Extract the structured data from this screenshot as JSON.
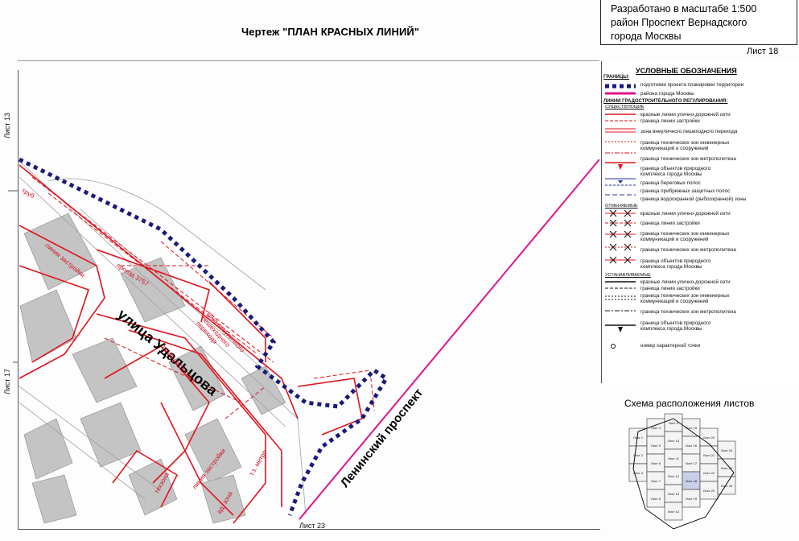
{
  "title": "Чертеж \"ПЛАН КРАСНЫХ ЛИНИЙ\"",
  "stamp": {
    "line1": "Разработано в масштабе 1:500",
    "line2": "район Проспект Вернадского",
    "line3": "города Москвы"
  },
  "sheet_number": "Лист 18",
  "adjacent_sheets": {
    "top": "Лист 13",
    "left": "Лист 17",
    "bottom": "Лист 23"
  },
  "streets": {
    "udaltsova": "улица Удальцова",
    "leninsky": "Ленинский проспект"
  },
  "map_labels": {
    "proezd": "проезд 3757",
    "zona_peshek": "зона внеуличного пешеходного перехода",
    "liniya_zastroyki": "линия застройки",
    "truby": "труб",
    "tekhzona": "техзона",
    "metro": "т.з. метро",
    "vd_zona": "вд. зона"
  },
  "legend": {
    "title": "УСЛОВНЫЕ ОБОЗНАЧЕНИЯ",
    "boundaries_head": "ГРАНИЦЫ:",
    "boundary_project": "подготовки проекта планировки территории",
    "boundary_district": "района города Москвы",
    "lines_head": "ЛИНИИ ГРАДОСТРОИТЕЛЬНОГО РЕГУЛИРОВАНИЯ:",
    "existing_head": "СУЩЕСТВУЮЩИЕ",
    "existing": [
      "красные линии улично-дорожной сети",
      "граница линии застройки",
      "зона внеуличного пешеходного перехода",
      "граница технических зон инженерных",
      "коммуникаций и сооружений",
      "граница технических зон метрополитена",
      "граница объектов природного",
      "комплекса города Москвы",
      "граница береговых полос",
      "граница прибрежных защитных полос",
      "граница водоохранной (рыбоохранной) зоны"
    ],
    "cancelled_head": "ОТМЕНЯЕМЫЕ",
    "cancelled": [
      "красные линии улично-дорожной сети",
      "граница линии застройки",
      "граница технических зон инженерных",
      "коммуникаций и сооружений",
      "граница технических зон метрополитена",
      "граница объектов природного",
      "комплекса города Москвы"
    ],
    "established_head": "УСТАНАВЛИВАЕМЫЕ",
    "established": [
      "красные линии улично-дорожной сети",
      "граница линии застройки",
      "граница технических зон инженерных",
      "коммуникаций и сооружений",
      "граница технических зон метрополитена",
      "граница объектов природного",
      "комплекса города Москвы",
      "номер характерной точки"
    ]
  },
  "scheme": {
    "title": "Схема расположения листов",
    "cells": [
      "Лист 1",
      "Лист 2",
      "Лист 3",
      "Лист 4",
      "Лист 5",
      "Лист 6",
      "Лист 7",
      "Лист 8",
      "Лист 9",
      "Лист 10",
      "Лист 11",
      "Лист 12",
      "Лист 13",
      "Лист 14",
      "Лист 15",
      "Лист 16",
      "Лист 17",
      "Лист 18",
      "Лист 19",
      "Лист 20",
      "Лист 21",
      "Лист 22",
      "Лист 23",
      "Лист 24",
      "Лист 25",
      "Лист 26"
    ]
  },
  "colors": {
    "red_line": "#e0141e",
    "boundary_blue": "#1a1a7a",
    "district_pink": "#e0148c",
    "building_gray": "#b8b8b8"
  }
}
